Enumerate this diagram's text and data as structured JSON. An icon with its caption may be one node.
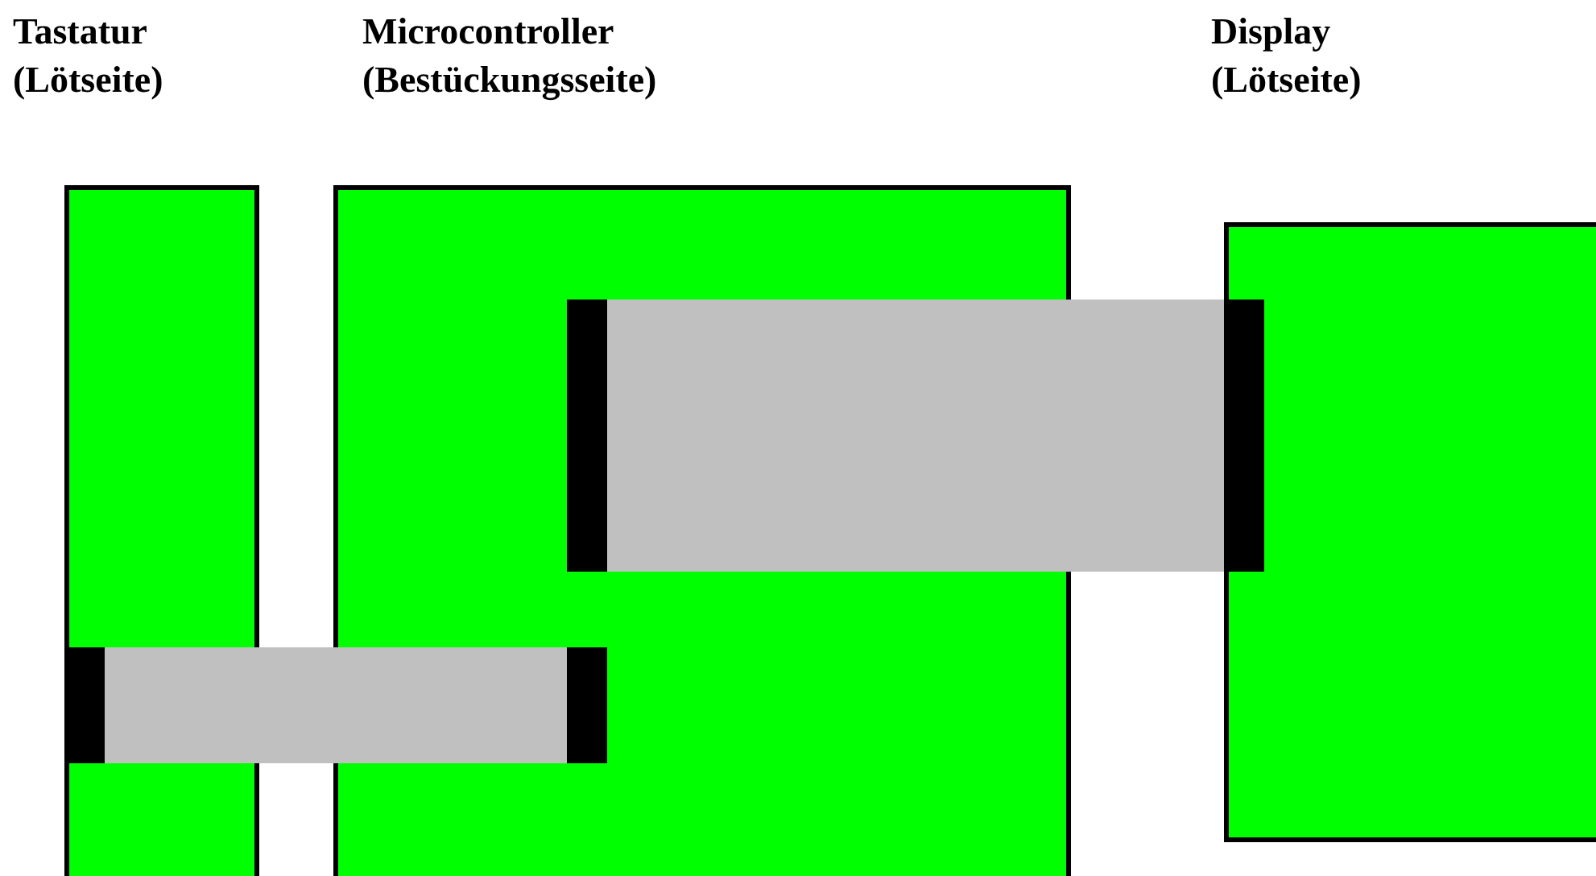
{
  "diagram": {
    "nodes": [
      {
        "text": [
          "Tastatur (Lötseite)"
        ]
      },
      {
        "text": [
          "Microcontroller (Bestückungsseite)"
        ]
      },
      {
        "text": [
          "Display (Lötseite)"
        ]
      }
    ],
    "edges": [
      {
        "from": 0,
        "to": 1,
        "arrow": "other"
      },
      {
        "from": 1,
        "to": 2,
        "arrow": "other",
        "style": "thick"
      }
    ]
  }
}
